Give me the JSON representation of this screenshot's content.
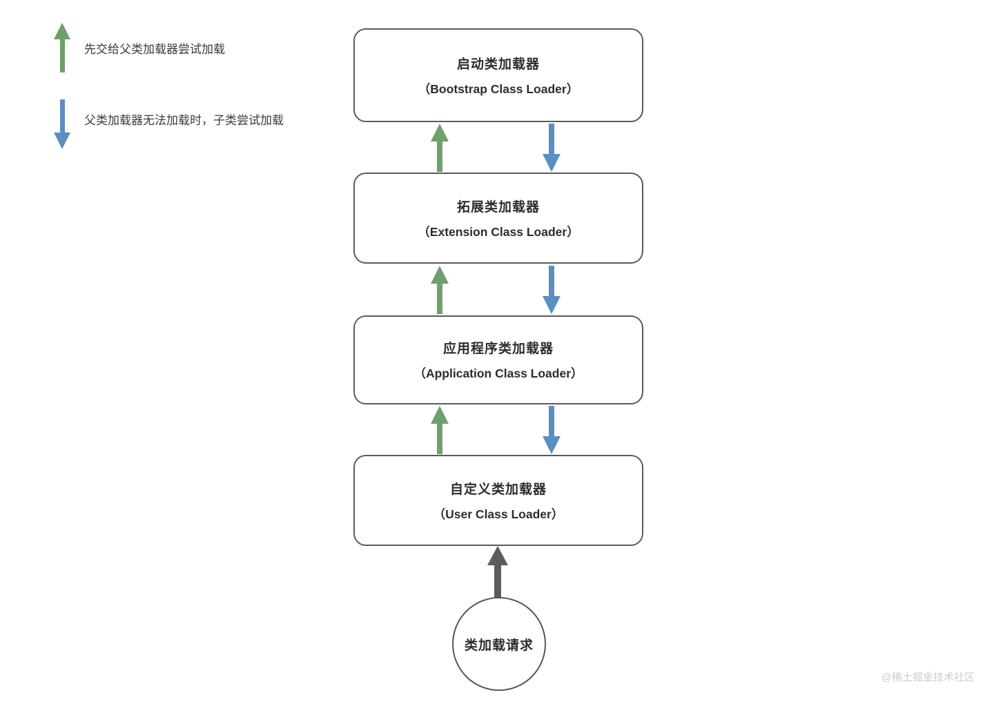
{
  "legend": {
    "up": {
      "label": "先交给父类加载器尝试加载",
      "arrow_color": "#6f9f6b",
      "direction": "up"
    },
    "down": {
      "label": "父类加载器无法加载时，子类尝试加载",
      "arrow_color": "#5b8ec1",
      "direction": "down"
    }
  },
  "nodes": [
    {
      "title": "启动类加载器",
      "subtitle": "（Bootstrap Class Loader）"
    },
    {
      "title": "拓展类加载器",
      "subtitle": "（Extension Class Loader）"
    },
    {
      "title": "应用程序类加载器",
      "subtitle": "（Application Class Loader）"
    },
    {
      "title": "自定义类加载器",
      "subtitle": "（User Class Loader）"
    }
  ],
  "request": {
    "label": "类加载请求",
    "arrow_color": "#595d60"
  },
  "watermark": "@稀土掘金技术社区",
  "colors": {
    "delegate_up_arrow": "#6f9f6b",
    "fallback_down_arrow": "#5b8ec1",
    "request_arrow": "#595d60",
    "node_border": "#5a5a5a",
    "text": "#2d2d2d",
    "watermark": "#cccccc",
    "background": "#ffffff"
  }
}
